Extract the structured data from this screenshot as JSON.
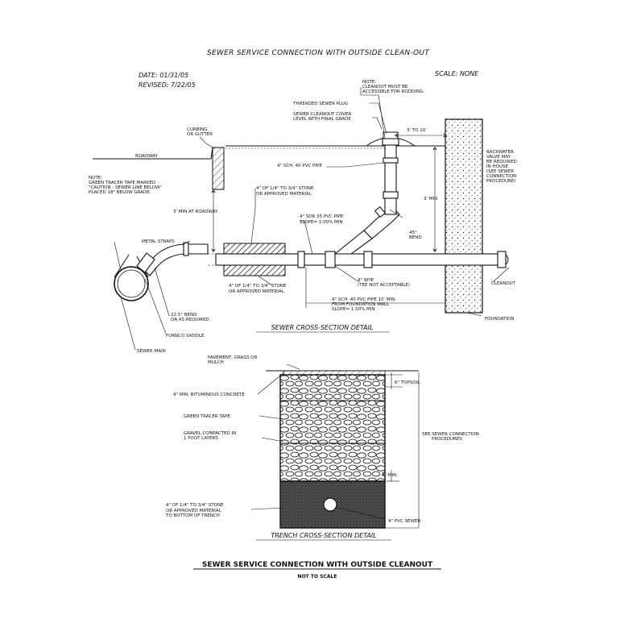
{
  "header": {
    "title": "SEWER SERVICE CONNECTION WITH OUTSIDE CLEAN-OUT",
    "date": "DATE: 01/31/05",
    "revised": "REVISED: 7/22/05",
    "scale": "SCALE: NONE"
  },
  "sewer_section": {
    "caption": "SEWER CROSS-SECTION DETAIL",
    "labels": {
      "note_cleanout": [
        "NOTE:",
        "CLEANOUT MUST BE",
        "ACCESSIBLE FOR RODDING."
      ],
      "threaded_plug": "THREADED SEWER PLUG",
      "cleanout_cover": [
        "SEWER CLEANOUT COVER",
        "LEVEL WITH FINAL GRADE"
      ],
      "depth_3_10": "3' TO 10'",
      "curbing": [
        "CURBING",
        "OR GUTTER"
      ],
      "roadway": "ROADWAY",
      "sch40_pipe": "4\" SCH. 40 PVC PIPE",
      "backwater": [
        "BACKWATER",
        "VALVE MAY",
        "BE REQUIRED",
        "IN HOUSE",
        "(SEE SEWER",
        "CONNECTION",
        "PROCEDURE)"
      ],
      "note_tape": [
        "NOTE:",
        "GREEN TRACER TAPE MARKED",
        "\"CAUTION - SEWER LINE BELOW\"",
        "PLACED 18\" BELOW GRADE."
      ],
      "stone_top": [
        "4\" OF 1/4\" TO 3/4\" STONE",
        "OR APPROVED MATERIAL"
      ],
      "min_3": "3' MIN",
      "min_roadway": "3' MIN AT ROADWAY",
      "sdr35": [
        "4\" SDR 35 PVC PIPE",
        "SLOPE= 1.00% MIN"
      ],
      "bend45": [
        "45°",
        "BEND"
      ],
      "metal_straps": "METAL STRAPS",
      "wye": [
        "4\" WYE",
        "(TEE NOT ACCEPTABLE)"
      ],
      "cleanout": "CLEANOUT",
      "stone_bottom": [
        "4\" OF 1/4\" TO 3/4\" STONE",
        "OR APPROVED MATERIAL"
      ],
      "sch40_10": [
        "4\" SCH. 40 PVC PIPE 10' MIN.",
        "FROM FOUNDATION WALL",
        "SLOPE= 1.50% MIN"
      ],
      "bend225": [
        "22.5° BEND",
        "OR AS REQUIRED"
      ],
      "foundation": "FOUNDATION",
      "furnco": "FURNCO SADDLE",
      "sewer_main": "SEWER MAIN"
    }
  },
  "trench_section": {
    "caption": "TRENCH CROSS-SECTION DETAIL",
    "labels": {
      "pavement": [
        "PAVEMENT, GRASS OR",
        "MULCH"
      ],
      "topsoil": "6\" TOPSOIL",
      "bituminous": "4\" MIN. BITUMINOUS CONCRETE",
      "tracer": "GREEN TRACER TAPE",
      "gravel": [
        "GRAVEL COMPACTED IN",
        "1 FOOT LAYERS"
      ],
      "procedures": [
        "SEE SEWER CONNECTION",
        "PROCEDURES"
      ],
      "min4": "4\" MIN.",
      "stone": [
        "4\" OF 1/4\" TO 3/4\" STONE",
        "OR APPROVED MATERIAL",
        "TO BOTTOM OF TRENCH"
      ],
      "pvc_sewer": "4\" PVC SEWER"
    }
  },
  "footer": {
    "title": "SEWER SERVICE CONNECTION WITH OUTSIDE CLEANOUT",
    "subtitle": "NOT TO SCALE"
  }
}
